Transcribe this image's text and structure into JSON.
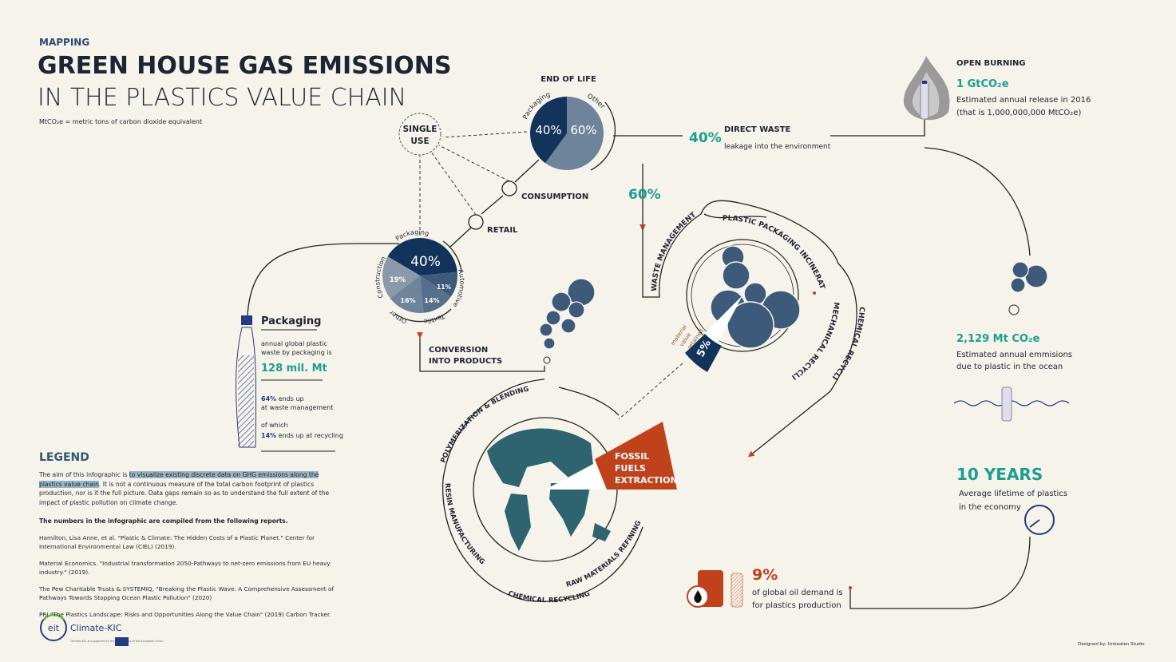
{
  "header": {
    "kicker": "MAPPING",
    "title_bold": "GREEN HOUSE GAS EMISSIONS",
    "title_light": "IN THE PLASTICS VALUE CHAIN",
    "note": "MtCO₂e = metric tons of carbon dioxide equivalent"
  },
  "end_of_life": {
    "title": "END OF LIFE",
    "packaging_label": "Packaging",
    "other_label": "Other",
    "packaging_pct": "40%",
    "other_pct": "60%",
    "packaging_value": 40,
    "other_value": 60
  },
  "single_use": {
    "line1": "SINGLE",
    "line2": "USE"
  },
  "consumption": "CONSUMPTION",
  "retail": "RETAIL",
  "conversion": {
    "line1": "CONVERSION",
    "line2": "INTO PRODUCTS"
  },
  "products_pie": {
    "slices": [
      {
        "label": "Packaging",
        "pct": "40%",
        "value": 40
      },
      {
        "label": "Automotive",
        "pct": "11%",
        "value": 11
      },
      {
        "label": "Textiles",
        "pct": "14%",
        "value": 14
      },
      {
        "label": "Other",
        "pct": "16%",
        "value": 16
      },
      {
        "label": "Construction",
        "pct": "19%",
        "value": 19
      }
    ]
  },
  "direct_waste": {
    "pct": "40%",
    "title": "DIRECT WASTE",
    "desc": "leakage into the environment"
  },
  "to_waste_pct": "60%",
  "waste_loop": {
    "waste_management": "WASTE MANAGEMENT",
    "incineration": "PLASTIC PACKAGING INCINERATION",
    "mechanical": "MECHANICAL RECYCLING",
    "chemical": "CHEMICAL RECYCLING",
    "retained_pct": "5%",
    "retained_label": [
      "material",
      "value",
      "retained"
    ]
  },
  "open_burning": {
    "title": "OPEN BURNING",
    "value": "1 GtCO₂e",
    "desc1": "Estimated annual release in 2016",
    "desc2": "(that is 1,000,000,000 MtCO₂e)"
  },
  "ocean": {
    "value": "2,129 Mt CO₂e",
    "desc1": "Estimated annual emmisions",
    "desc2": "due to plastic in the ocean"
  },
  "lifetime": {
    "value": "10 YEARS",
    "desc1": "Average lifetime of plastics",
    "desc2": "in the economy"
  },
  "oil": {
    "value": "9%",
    "desc1": "of global oil demand is",
    "desc2": "for plastics production"
  },
  "production_loop": {
    "polymerization": "POLYMERIZATION & BLENDING",
    "resin": "RESIN MANUFACTURING",
    "chemical": "CHEMICAL RECYCLING",
    "raw": "RAW MATERIALS REFINING",
    "fossil": [
      "FOSSIL",
      "FUELS",
      "EXTRACTION"
    ]
  },
  "packaging_box": {
    "title": "Packaging",
    "desc1": "annual global plastic",
    "desc2": "waste by packaging is",
    "value": "128 mil. Mt",
    "stat1_pct": "64%",
    "stat1_a": " ends up",
    "stat1_b": "at waste management",
    "stat2_pre": "of which",
    "stat2_pct": "14%",
    "stat2_a": " ends up at recycling"
  },
  "legend": {
    "title": "LEGEND",
    "intro_a": "The aim of this infographic is ",
    "intro_hl": "to visualize existing discrete data on GHG emissions along the plastics value chain",
    "intro_b": ". It is not a continuous measure of the total carbon footprint of plastics production, nor is it the full picture. Data gaps remain so as to understand the full extent of the impact of plastic pollution on climate change.",
    "sources_title": "The numbers in the infographic are compiled from the following reports.",
    "sources": [
      "Hamilton, Lisa Anne, et al. \"Plastic & Climate: The Hidden Costs of a Plastic Planet.\" Center for International Environmental Law (CIEL) (2019).",
      "Material Economics. \"Industrial transformation 2050-Pathways to net-zero emissions from EU heavy industry.\" (2019).",
      "The Pew Charitable Trusts & SYSTEMIQ, \"Breaking the Plastic Wave: A Comprehensive Assessment of Pathways Towards Stopping Ocean Plastic Pollution\" (2020)",
      "PRI \"The Plastics Landscape: Risks and Opportunities Along the Value Chain\" (2019) Carbon Tracker."
    ]
  },
  "logo": {
    "eit": "eit",
    "name": "Climate-KIC",
    "note": "Climate-KIC is supported by the EIT, a body of the European Union"
  },
  "credit": "Designed by: Unbeaten Studio",
  "colors": {
    "bg": "#f6f3eb",
    "teal": "#1a9e8f",
    "navy": "#12345a",
    "orange": "#c0421c"
  }
}
